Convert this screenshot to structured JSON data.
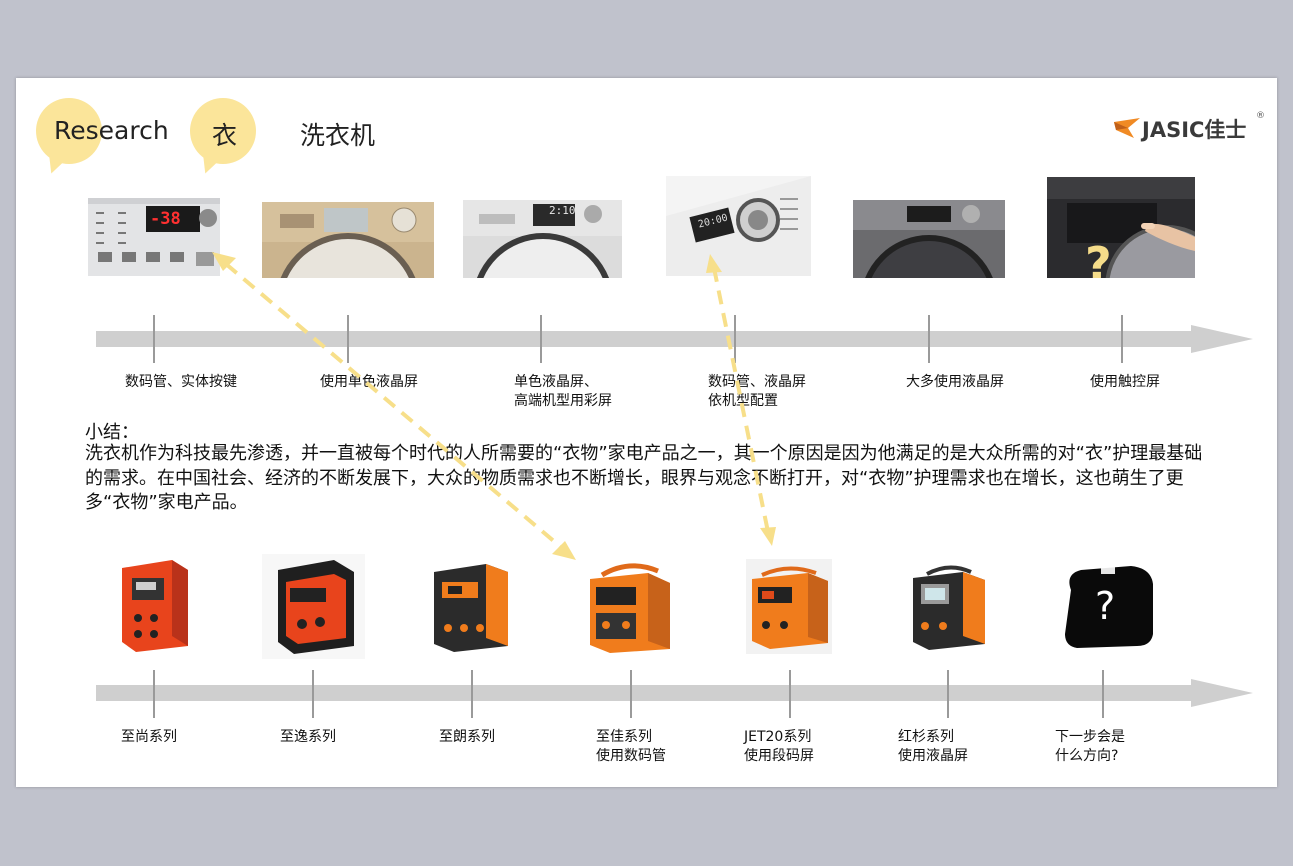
{
  "header": {
    "research_label": "Research",
    "category_label": "衣",
    "subject_label": "洗衣机"
  },
  "logo": {
    "brand_text": "JASIC佳士",
    "registered_mark": "®"
  },
  "top_timeline": {
    "labels": [
      [
        "数码管、实体按键"
      ],
      [
        "使用单色液晶屏"
      ],
      [
        "单色液晶屏、",
        "高端机型用彩屏"
      ],
      [
        "数码管、液晶屏",
        "依机型配置"
      ],
      [
        "大多使用液晶屏"
      ],
      [
        "使用触控屏"
      ]
    ],
    "panel1_display": "-38",
    "panel3_display": "2:10",
    "panel4_display": "20:00",
    "question_mark": "?"
  },
  "summary": {
    "title": "小结：",
    "body": "洗衣机作为科技最先渗透，并一直被每个时代的人所需要的“衣物”家电产品之一，其一个原因是因为他满足的是大众所需的对“衣”护理最基础的需求。在中国社会、经济的不断发展下，大众的物质需求也不断增长，眼界与观念不断打开，对“衣物”护理需求也在增长，这也萌生了更多“衣物”家电产品。"
  },
  "bottom_timeline": {
    "labels": [
      [
        "至尚系列"
      ],
      [
        "至逸系列"
      ],
      [
        "至朗系列"
      ],
      [
        "至佳系列",
        "使用数码管"
      ],
      [
        "JET20系列",
        "使用段码屏"
      ],
      [
        "红杉系列",
        "使用液晶屏"
      ],
      [
        "下一步会是",
        "什么方向?"
      ]
    ],
    "question_mark": "?"
  },
  "colors": {
    "bubble": "#fbe59a",
    "arrow_dash": "#f7df8a",
    "timeline": "#cfcfcf",
    "welder_orange": "#f07c1c",
    "welder_red": "#e8441c"
  }
}
